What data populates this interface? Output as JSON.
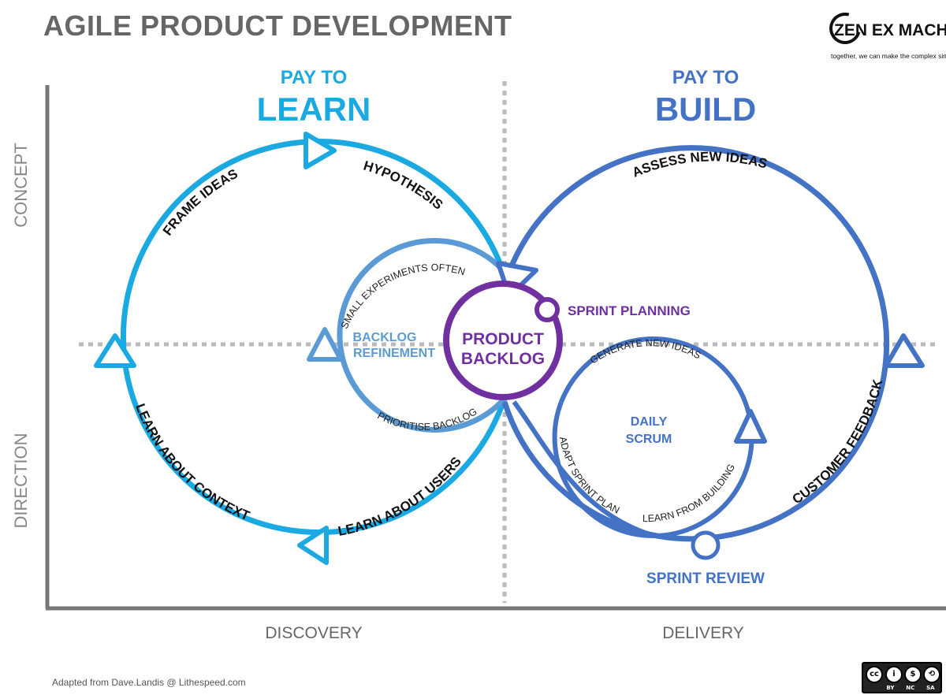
{
  "title": "AGILE PRODUCT DEVELOPMENT",
  "logo": {
    "zen": "ZEN",
    "name": "EX MACHINA",
    "tagline": "together, we can make the complex simple"
  },
  "columns": {
    "learn": {
      "top": "PAY TO",
      "main": "LEARN"
    },
    "build": {
      "top": "PAY TO",
      "main": "BUILD"
    }
  },
  "axes": {
    "y_top": "CONCEPT",
    "y_bottom": "DIRECTION",
    "x_left": "DISCOVERY",
    "x_right": "DELIVERY"
  },
  "left_loop": {
    "frame_ideas": "FRAME IDEAS",
    "hypothesis": "HYPOTHESIS",
    "learn_context": "LEARN ABOUT CONTEXT",
    "learn_users": "LEARN ABOUT USERS"
  },
  "backlog_loop": {
    "small_experiments": "SMALL EXPERIMENTS OFTEN",
    "refinement_line1": "BACKLOG",
    "refinement_line2": "REFINEMENT",
    "prioritise": "PRIORITISE BACKLOG"
  },
  "center": {
    "line1": "PRODUCT",
    "line2": "BACKLOG",
    "sprint_planning": "SPRINT PLANNING"
  },
  "right_loop": {
    "assess": "ASSESS NEW IDEAS",
    "customer_feedback": "CUSTOMER FEEDBACK",
    "sprint_review": "SPRINT REVIEW"
  },
  "scrum_loop": {
    "generate": "GENERATE NEW IDEAS",
    "daily_line1": "DAILY",
    "daily_line2": "SCRUM",
    "adapt": "ADAPT SPRINT PLAN",
    "learn_building": "LEARN FROM BUILDING"
  },
  "footer": {
    "credit": "Adapted from Dave.Landis @ Lithespeed.com"
  },
  "license": {
    "symbols": [
      "cc",
      "i",
      "$",
      "⟲"
    ],
    "terms": [
      "BY",
      "NC",
      "SA"
    ]
  },
  "colors": {
    "learn": "#1ba9e1",
    "backlog": "#5b9bd5",
    "build": "#4472c4",
    "center": "#7030a0",
    "axis": "#777777",
    "title": "#666666"
  }
}
